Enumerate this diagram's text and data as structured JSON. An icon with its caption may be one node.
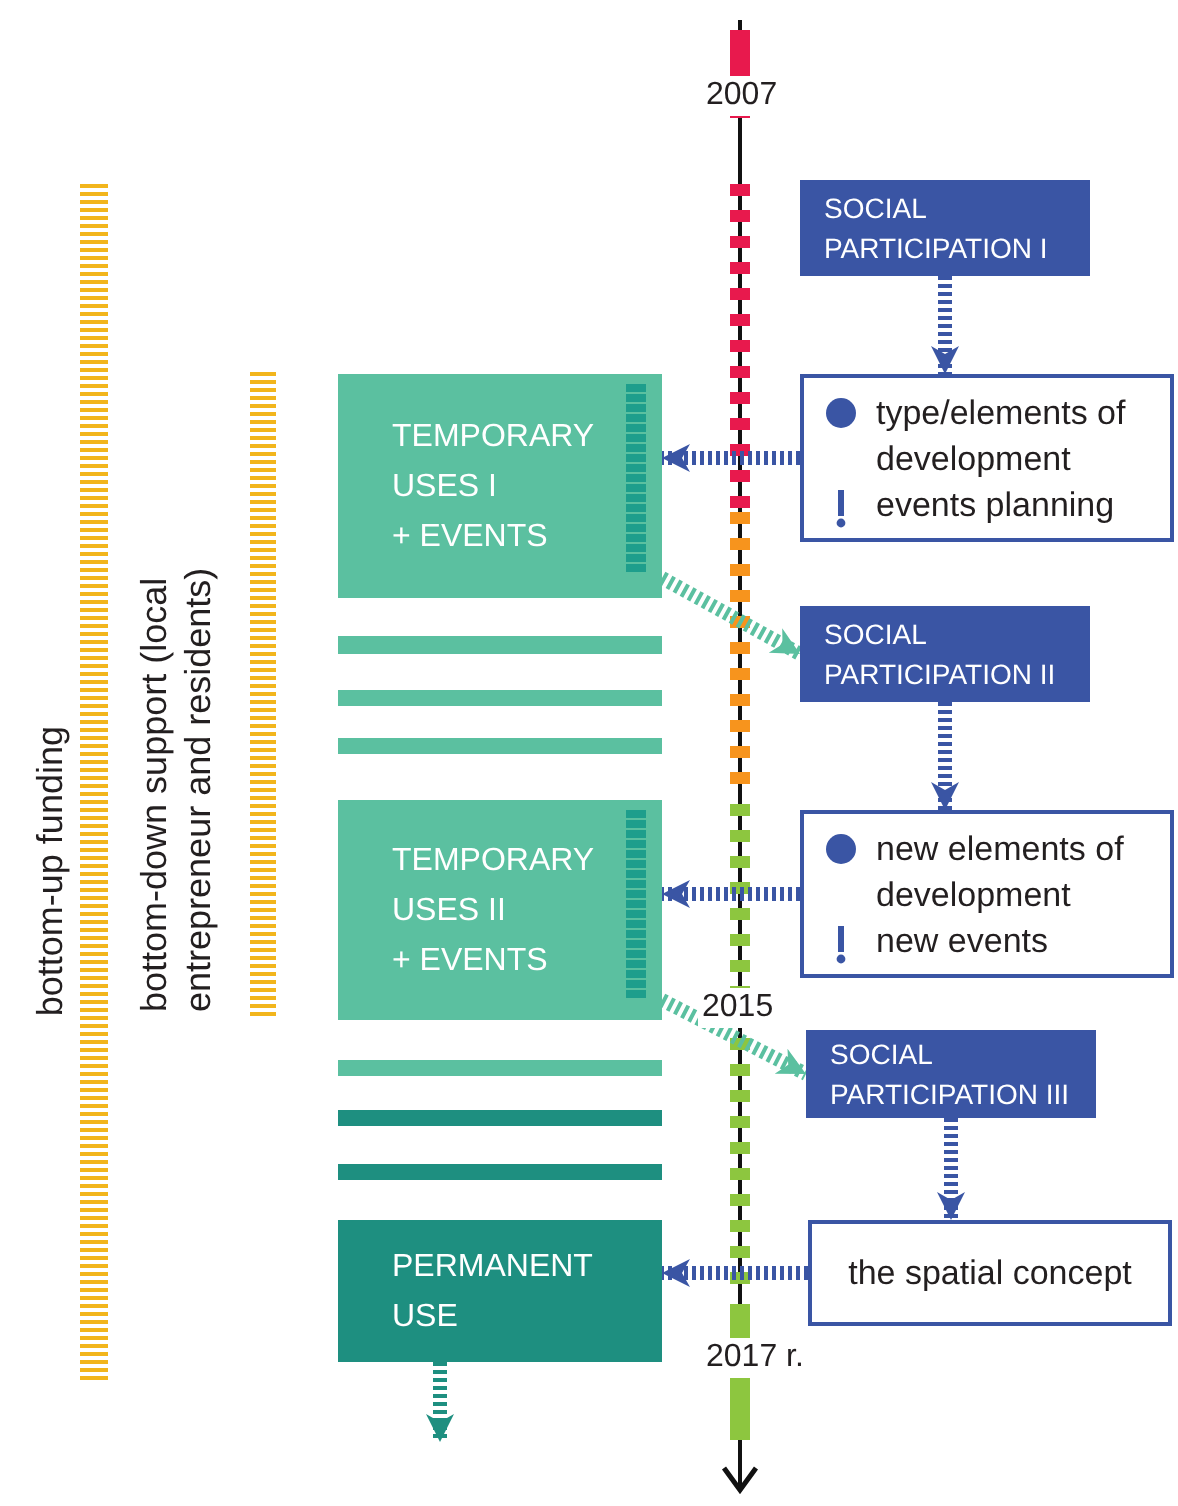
{
  "diagram": {
    "nodes": [
      {
        "text": [
          "SOCIAL PARTICIPATION I"
        ]
      },
      {
        "text": [
          "type/elements of development",
          "events planning"
        ]
      },
      {
        "text": [
          "TEMPORARY USES I",
          "+ EVENTS"
        ]
      },
      {
        "text": [
          "SOCIAL PARTICIPATION II"
        ]
      },
      {
        "text": [
          "new elements of development",
          "new events"
        ]
      },
      {
        "text": [
          "TEMPORARY USES II",
          "+ EVENTS"
        ]
      },
      {
        "text": [
          "SOCIAL PARTICIPATION III"
        ]
      },
      {
        "text": [
          "the spatial concept"
        ]
      },
      {
        "text": [
          "PERMANENT USE"
        ]
      },
      {
        "text": [],
        "shape": "bar",
        "beside": [
          "bottom-up funding"
        ]
      },
      {
        "text": [],
        "shape": "bar",
        "beside": [
          "bottom-down support (local entrepreneur and residents)"
        ]
      }
    ],
    "edges": [
      {
        "from": 0,
        "to": 1,
        "arrow": "to"
      },
      {
        "from": 1,
        "to": 2,
        "arrow": "to"
      },
      {
        "from": 2,
        "to": 3,
        "arrow": "to",
        "color": "#5bc0a0"
      },
      {
        "from": 3,
        "to": 4,
        "arrow": "to"
      },
      {
        "from": 4,
        "to": 5,
        "arrow": "to"
      },
      {
        "from": 5,
        "to": 6,
        "arrow": "to",
        "color": "#5bc0a0"
      },
      {
        "from": 6,
        "to": 7,
        "arrow": "to"
      },
      {
        "from": 7,
        "to": 8,
        "arrow": "to"
      },
      {
        "from": 8,
        "to": null,
        "arrow": "to",
        "color": "#1e8f80"
      }
    ],
    "labels": [
      "2007",
      "2015",
      "2017 r."
    ]
  }
}
